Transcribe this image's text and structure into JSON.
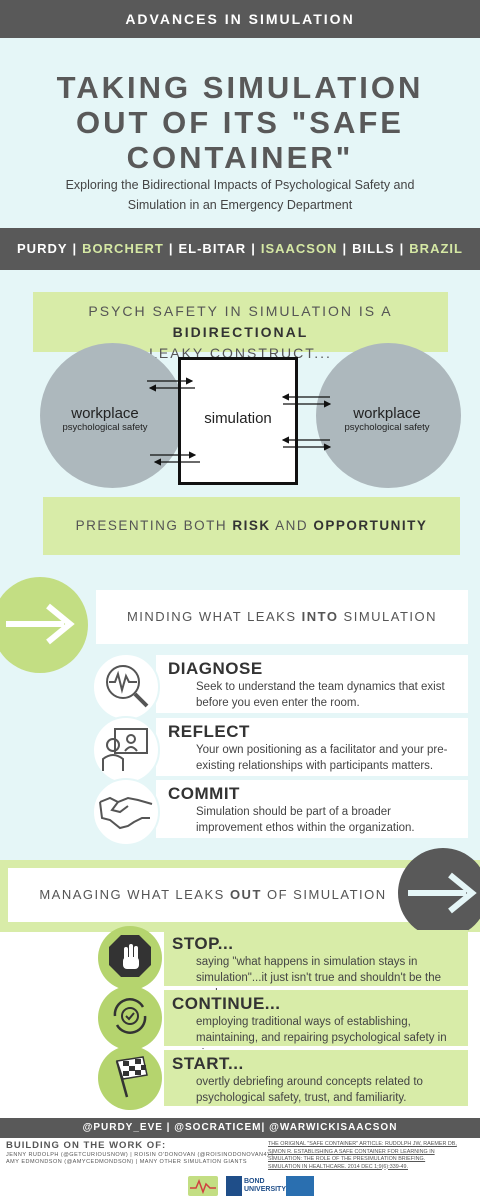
{
  "header": "ADVANCES IN SIMULATION",
  "title_line1": "TAKING SIMULATION",
  "title_line2": "OUT OF ITS \"SAFE",
  "title_line3": "CONTAINER\"",
  "subtitle": "Exploring the Bidirectional Impacts of Psychological Safety and Simulation in an Emergency Department",
  "authors": [
    {
      "name": "PURDY",
      "highlight": false
    },
    {
      "name": "BORCHERT",
      "highlight": true
    },
    {
      "name": "EL-BITAR",
      "highlight": false
    },
    {
      "name": "ISAACSON",
      "highlight": true
    },
    {
      "name": "BILLS",
      "highlight": false
    },
    {
      "name": "BRAZIL",
      "highlight": true
    }
  ],
  "author_sep": "|",
  "psych": {
    "line1a": "PSYCH SAFETY IN SIMULATION IS A ",
    "line1b": "BIDIRECTIONAL",
    "line2": "LEAKY CONSTRUCT..."
  },
  "diagram": {
    "left_big": "workplace",
    "left_small": "psychological safety",
    "center": "simulation",
    "right_big": "workplace",
    "right_small": "psychological safety"
  },
  "present": {
    "a": "PRESENTING BOTH ",
    "b": "RISK",
    "c": " AND ",
    "d": "OPPORTUNITY"
  },
  "minding": {
    "a": "MINDING WHAT LEAKS ",
    "b": "INTO",
    "c": " SIMULATION"
  },
  "items1": [
    {
      "title": "DIAGNOSE",
      "desc1": "Seek to understand the team dynamics that exist",
      "desc2": "before you even enter the room.",
      "icon": "diagnose-icon"
    },
    {
      "title": "REFLECT",
      "desc1": "Your own positioning as a facilitator and your pre-",
      "desc2": "existing relationships with participants matters.",
      "icon": "presenter-icon"
    },
    {
      "title": "COMMIT",
      "desc1": "Simulation should be part of a broader",
      "desc2": "improvement ethos within the organization.",
      "icon": "handshake-icon"
    }
  ],
  "managing": {
    "a": "MANAGING WHAT LEAKS ",
    "b": "OUT",
    "c": " OF SIMULATION"
  },
  "items2": [
    {
      "title": "STOP...",
      "desc1": "saying  \"what happens in simulation stays in",
      "desc2": "simulation\"...it just isn't true and shouldn't be the goal.",
      "icon": "stop-hand-icon"
    },
    {
      "title": "CONTINUE...",
      "desc1": "employing traditional ways of establishing,",
      "desc2": "maintaining, and repairing psychological safety in sim",
      "icon": "cycle-check-icon"
    },
    {
      "title": "START...",
      "desc1": "overtly debriefing around concepts related to",
      "desc2": "psychological safety, trust, and familiarity.",
      "icon": "checkered-flag-icon"
    }
  ],
  "handles": "@PURDY_EVE | @SOCRATICEM| @WARWICKISAACSON",
  "building": {
    "heading": "BUILDING ON THE WORK OF:",
    "line1": "JENNY RUDOLPH (@GETCURIOUSNOW) | ROISIN O'DONOVAN (@ROISINODONOVAN4) |",
    "line2": "AMY EDMONDSON (@AMYCEDMONDSON) | MANY OTHER SIMULATION GIANTS"
  },
  "reference": {
    "line1": "THE ORIGINAL \"SAFE CONTAINER\" ARTICLE: RUDOLPH JW, RAEMER DB,",
    "line2": "SIMON R. ESTABLISHING A SAFE CONTAINER FOR LEARNING IN",
    "line3": "SIMULATION: THE ROLE OF THE PRESIMULATION BRIEFING.",
    "line4": "SIMULATION IN HEALTHCARE. 2014 DEC 1;9(6):339-49."
  },
  "logos": {
    "bond_line1": "BOND",
    "bond_line2": "UNIVERSITY"
  },
  "colors": {
    "dark": "#595959",
    "light_blue": "#e5f6f7",
    "green": "#d8eca8",
    "green_dark": "#c3de83"
  }
}
